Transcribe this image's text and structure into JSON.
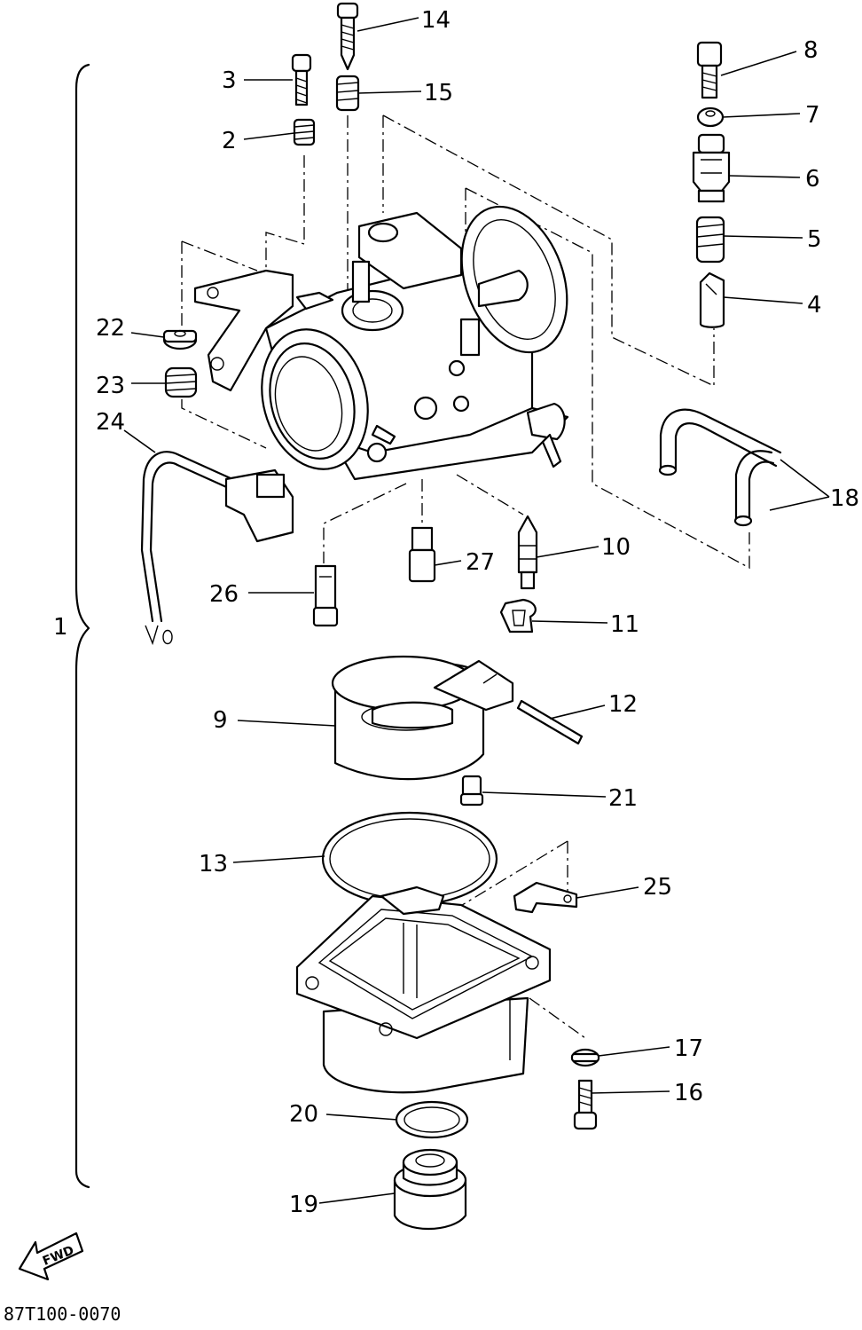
{
  "labels": {
    "p1": "1",
    "p2": "2",
    "p3": "3",
    "p4": "4",
    "p5": "5",
    "p6": "6",
    "p7": "7",
    "p8": "8",
    "p9": "9",
    "p10": "10",
    "p11": "11",
    "p12": "12",
    "p13": "13",
    "p14": "14",
    "p15": "15",
    "p16": "16",
    "p17": "17",
    "p18": "18",
    "p19": "19",
    "p20": "20",
    "p21": "21",
    "p22": "22",
    "p23": "23",
    "p24": "24",
    "p25": "25",
    "p26": "26",
    "p27": "27"
  },
  "fwd_label": "FWD",
  "drawing_code": "87T100-0070"
}
